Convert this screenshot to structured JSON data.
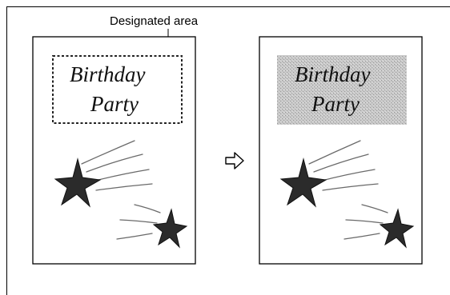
{
  "callout": {
    "label": "Designated area"
  },
  "before_page": {
    "line1": "Birthday",
    "line2": "Party"
  },
  "after_page": {
    "line1": "Birthday",
    "line2": "Party"
  },
  "transition_icon": "right-arrow-icon"
}
